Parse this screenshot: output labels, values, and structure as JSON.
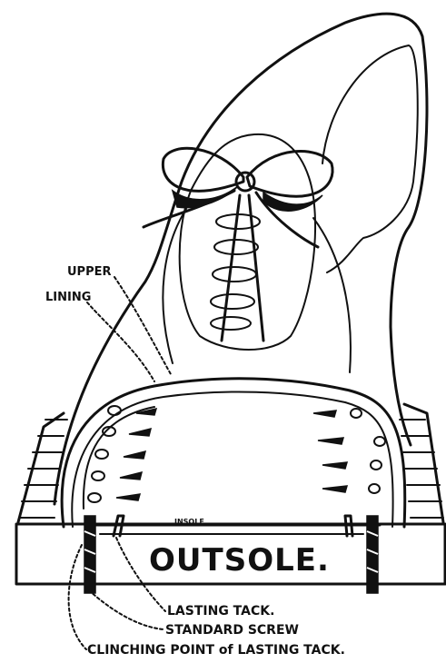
{
  "labels": {
    "upper": "UPPER",
    "lining": "LINING",
    "insole": "INSOLE.",
    "outsole": "OUTSOLE.",
    "lasting_tack": "LASTING TACK.",
    "standard_screw": "STANDARD SCREW",
    "clinching_point": "CLINCHING POINT of LASTING TACK."
  }
}
